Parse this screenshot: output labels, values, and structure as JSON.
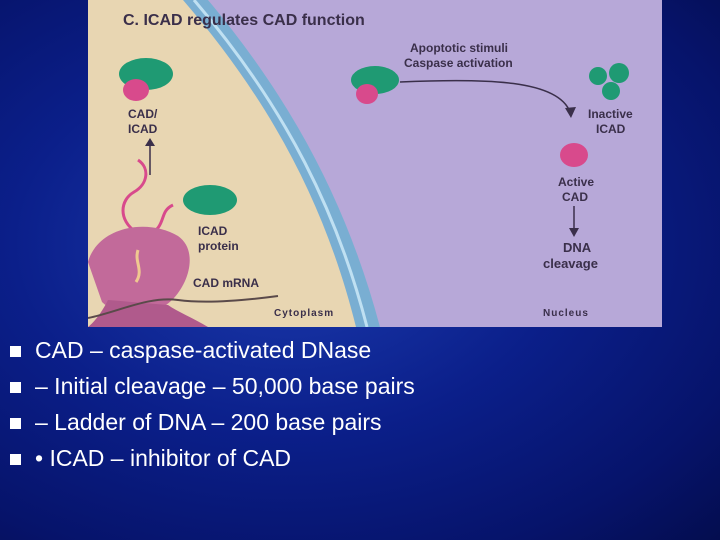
{
  "figure": {
    "title": "C. ICAD regulates CAD function",
    "labels": {
      "apoptotic_stimuli": "Apoptotic stimuli",
      "caspase_activation": "Caspase activation",
      "cad_icad_line1": "CAD/",
      "cad_icad_line2": "ICAD",
      "inactive_icad_line1": "Inactive",
      "inactive_icad_line2": "ICAD",
      "active_cad_line1": "Active",
      "active_cad_line2": "CAD",
      "icad_protein_line1": "ICAD",
      "icad_protein_line2": "protein",
      "dna_cleavage_line1": "DNA",
      "dna_cleavage_line2": "cleavage",
      "cad_mrna": "CAD mRNA",
      "cytoplasm": "Cytoplasm",
      "nucleus": "Nucleus"
    },
    "colors": {
      "cytoplasm": "#e8d6b2",
      "nucleus": "#b7a8d8",
      "membrane": "#79aed2",
      "cad_protein": "#1f9a73",
      "icad_protein": "#d84a8c",
      "ribosome": "#c26a9a"
    }
  },
  "bullets": [
    {
      "text": "CAD – caspase-activated DNase"
    },
    {
      "text": "– Initial cleavage – 50,000 base pairs"
    },
    {
      "text": "– Ladder of DNA – 200 base pairs"
    },
    {
      "text": "• ICAD – inhibitor of CAD"
    }
  ]
}
